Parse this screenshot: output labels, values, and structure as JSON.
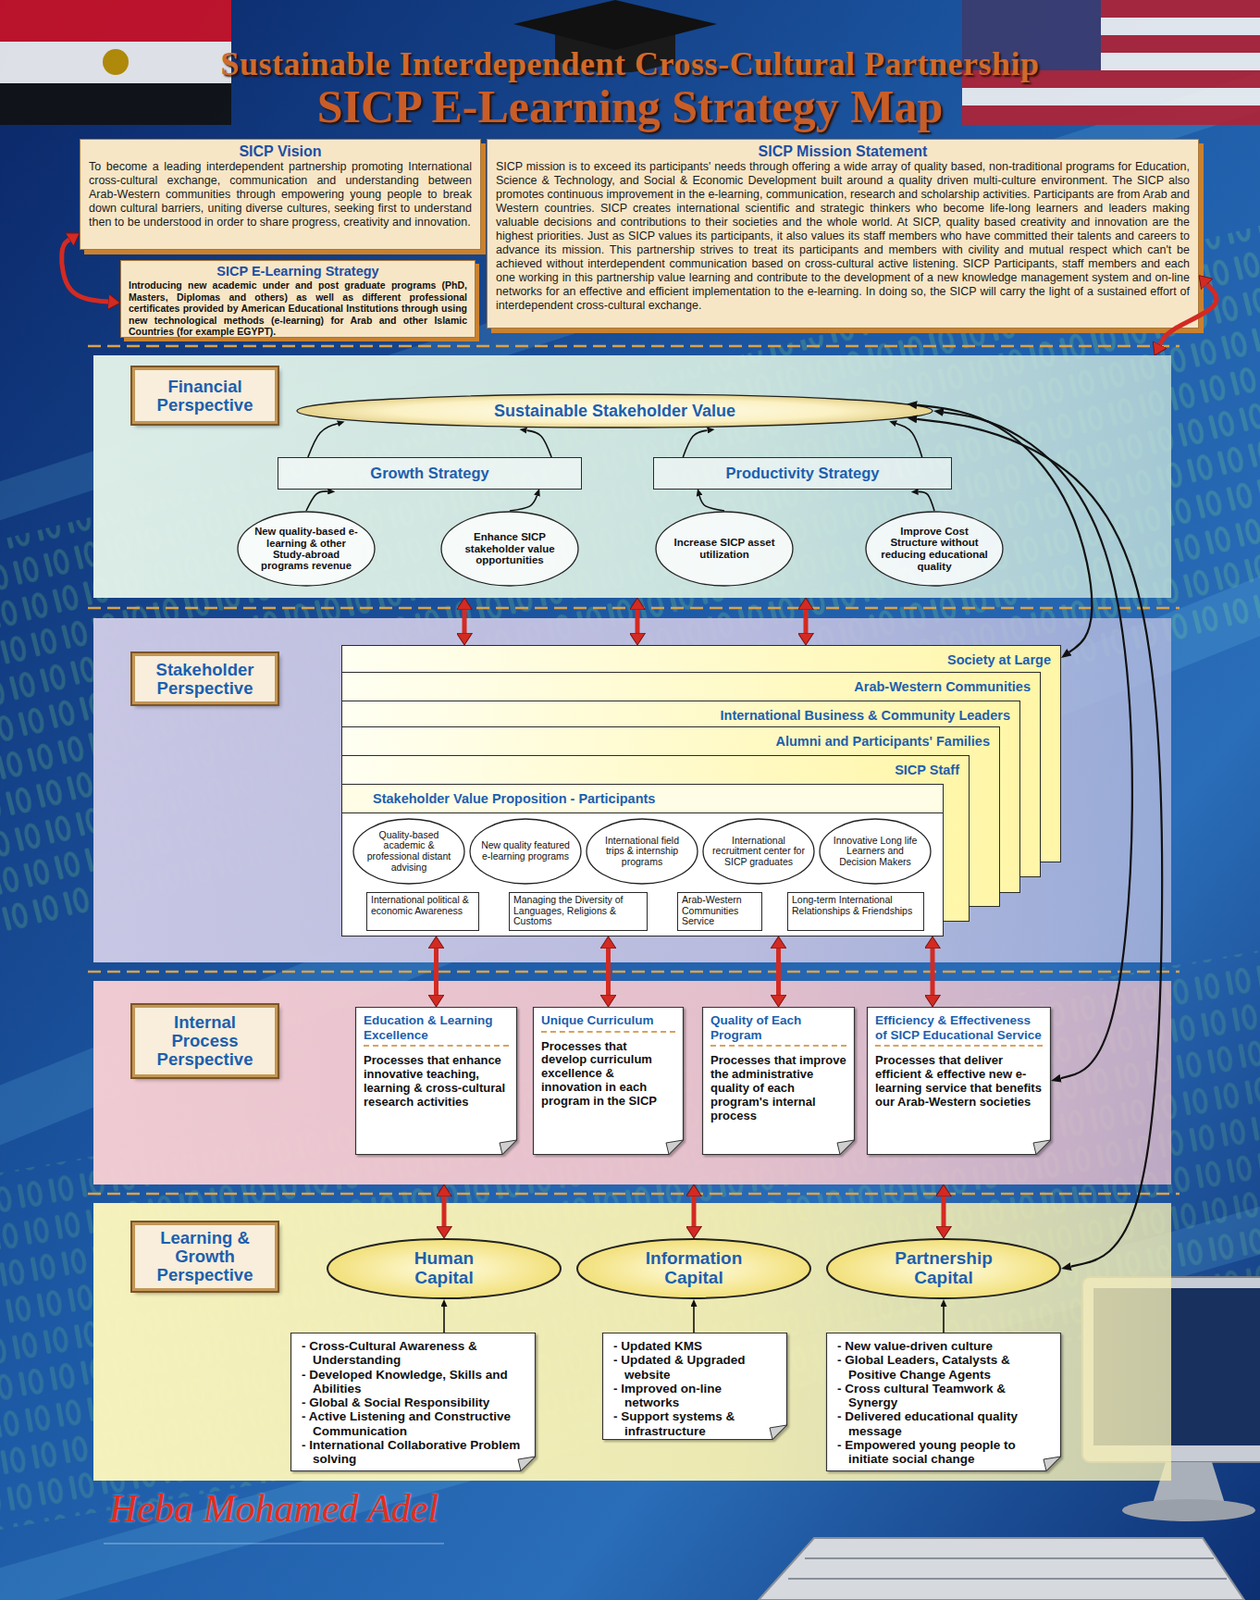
{
  "diagram": {
    "title": "SICP E-Learning Strategy Map",
    "nodes": [
      {
        "text": [
          "SICP Vision",
          "To become a leading interdependent partnership promoting International cross-cultural exchange, communication and understanding between Arab-Western communities through empowering young people to break down cultural barriers, uniting diverse cultures, seeking first to understand then to be understood in order to share progress, creativity and innovation."
        ]
      },
      {
        "text": [
          "SICP E-Learning Strategy",
          "Introducing new academic under and post graduate programs (PhD, Masters, Diplomas and others) as well as different professional certificates provided by American Educational Institutions through using new technological methods (e-learning) for Arab and other Islamic Countries (for example EGYPT)."
        ]
      },
      {
        "text": [
          "SICP Mission Statement",
          "SICP mission is to exceed its participants' needs through offering a wide array of quality based, non-traditional programs for Education, Science & Technology, and Social & Economic Development built around a quality driven multi-culture environment. The SICP also promotes continuous improvement in the e-learning, communication, research and scholarship activities. Participants are from Arab and Western countries. SICP creates international scientific and strategic thinkers who become life-long learners and leaders making valuable decisions and contributions to their societies and the whole world. At SICP, quality based creativity and innovation are the highest priorities. Just as SICP values its participants, it also values its staff members who have committed their talents and careers to advance its mission. This partnership strives to treat its participants and members with civility and mutual respect which can't be achieved without interdependent communication based on cross-cultural active listening. SICP Participants, staff members and each one working in this partnership value learning and contribute to the development of a new knowledge management system and on-line networks for an effective and efficient implementation to the e-learning. In doing so, the SICP will carry the light of a sustained effort of interdependent cross-cultural exchange."
        ]
      },
      {
        "text": [
          "Financial Perspective"
        ]
      },
      {
        "text": [
          "Sustainable Stakeholder Value"
        ],
        "in": 3
      },
      {
        "text": [
          "Growth Strategy"
        ],
        "in": 3
      },
      {
        "text": [
          "Productivity Strategy"
        ],
        "in": 3
      },
      {
        "text": [
          "New quality-based e-learning & other Study-abroad programs revenue"
        ],
        "in": 3
      },
      {
        "text": [
          "Enhance SICP stakeholder value opportunities"
        ],
        "in": 3
      },
      {
        "text": [
          "Increase SICP asset utilization"
        ],
        "in": 3
      },
      {
        "text": [
          "Improve Cost Structure without reducing educational quality"
        ],
        "in": 3
      },
      {
        "text": [
          "Stakeholder Perspective"
        ]
      },
      {
        "text": [
          "Society at Large"
        ],
        "in": 11
      },
      {
        "text": [
          "Arab-Western Communities"
        ],
        "in": 11
      },
      {
        "text": [
          "International Business & Community Leaders"
        ],
        "in": 11
      },
      {
        "text": [
          "Alumni and Participants' Families"
        ],
        "in": 11
      },
      {
        "text": [
          "SICP Staff"
        ],
        "in": 11
      },
      {
        "text": [
          "Stakeholder Value Proposition - Participants"
        ],
        "in": 11
      },
      {
        "text": [
          "Quality-based academic & professional distant advising"
        ],
        "in": 17
      },
      {
        "text": [
          "New quality featured e-learning programs"
        ],
        "in": 17
      },
      {
        "text": [
          "International field trips & internship programs"
        ],
        "in": 17
      },
      {
        "text": [
          "International recruitment center for SICP graduates"
        ],
        "in": 17
      },
      {
        "text": [
          "Innovative Long life Learners and Decision Makers"
        ],
        "in": 17
      },
      {
        "text": [
          "International political & economic Awareness"
        ],
        "in": 17
      },
      {
        "text": [
          "Managing the Diversity of Languages, Religions & Customs"
        ],
        "in": 17
      },
      {
        "text": [
          "Arab-Western Communities Service"
        ],
        "in": 17
      },
      {
        "text": [
          "Long-term International Relationships & Friendships"
        ],
        "in": 17
      },
      {
        "text": [
          "Internal Process Perspective"
        ]
      },
      {
        "text": [
          "Education & Learning Excellence",
          "Processes that enhance innovative teaching, learning & cross-cultural research activities"
        ],
        "in": 27
      },
      {
        "text": [
          "Unique Curriculum",
          "Processes that develop curriculum excellence & innovation in each program in the SICP"
        ],
        "in": 27
      },
      {
        "text": [
          "Quality of Each Program",
          "Processes that improve the administrative quality of each program's internal process"
        ],
        "in": 27
      },
      {
        "text": [
          "Efficiency & Effectiveness of SICP Educational Service",
          "Processes that deliver efficient & effective new e-learning service that benefits our Arab-Western societies"
        ],
        "in": 27
      },
      {
        "text": [
          "Learning & Growth Perspective"
        ]
      },
      {
        "text": [
          "Human Capital"
        ],
        "in": 32
      },
      {
        "text": [
          "Information Capital"
        ],
        "in": 32
      },
      {
        "text": [
          "Partnership Capital"
        ],
        "in": 32
      },
      {
        "text": [
          "- Cross-Cultural Awareness & Understanding",
          "- Developed Knowledge, Skills and Abilities",
          "- Global & Social Responsibility",
          "- Active Listening and Constructive Communication",
          "- International Collaborative Problem solving"
        ],
        "in": 32
      },
      {
        "text": [
          "- Updated KMS",
          "- Updated & Upgraded website",
          "- Improved on-line networks",
          "- Support systems & infrastructure"
        ],
        "in": 32
      },
      {
        "text": [
          "- New value-driven culture",
          "- Global Leaders, Catalysts & Positive Change Agents",
          "- Cross cultural Teamwork & Synergy",
          "- Delivered educational quality message",
          "- Empowered young people to initiate social change"
        ],
        "in": 32
      }
    ],
    "edges": [
      {
        "from": 0,
        "to": 1,
        "arrow": "both"
      },
      {
        "from": 2,
        "to": 3,
        "arrow": "both"
      },
      {
        "from": 5,
        "to": 4,
        "arrow": "to"
      },
      {
        "from": 5,
        "to": 4,
        "arrow": "to"
      },
      {
        "from": 6,
        "to": 4,
        "arrow": "to"
      },
      {
        "from": 6,
        "to": 4,
        "arrow": "to"
      },
      {
        "from": 7,
        "to": 5,
        "arrow": "to"
      },
      {
        "from": 8,
        "to": 5,
        "arrow": "to"
      },
      {
        "from": 9,
        "to": 6,
        "arrow": "to"
      },
      {
        "from": 10,
        "to": 6,
        "arrow": "to"
      },
      {
        "from": 4,
        "to": 12,
        "arrow": "both"
      },
      {
        "from": 4,
        "to": 31,
        "arrow": "both"
      },
      {
        "from": 4,
        "to": 35,
        "arrow": "both"
      },
      {
        "from": 3,
        "to": 12,
        "arrow": "both"
      },
      {
        "from": 3,
        "to": 12,
        "arrow": "both"
      },
      {
        "from": 3,
        "to": 12,
        "arrow": "both"
      },
      {
        "from": 17,
        "to": 28,
        "arrow": "both"
      },
      {
        "from": 17,
        "to": 29,
        "arrow": "both"
      },
      {
        "from": 17,
        "to": 30,
        "arrow": "both"
      },
      {
        "from": 17,
        "to": 31,
        "arrow": "both"
      },
      {
        "from": 27,
        "to": 33,
        "arrow": "both"
      },
      {
        "from": 27,
        "to": 34,
        "arrow": "both"
      },
      {
        "from": 27,
        "to": 35,
        "arrow": "both"
      },
      {
        "from": 36,
        "to": 33,
        "arrow": "to"
      },
      {
        "from": 37,
        "to": 34,
        "arrow": "to"
      },
      {
        "from": 38,
        "to": 35,
        "arrow": "to"
      }
    ],
    "labels": [
      "Sustainable Interdependent Cross-Cultural Partnership",
      "Heba Mohamed Adel"
    ]
  }
}
